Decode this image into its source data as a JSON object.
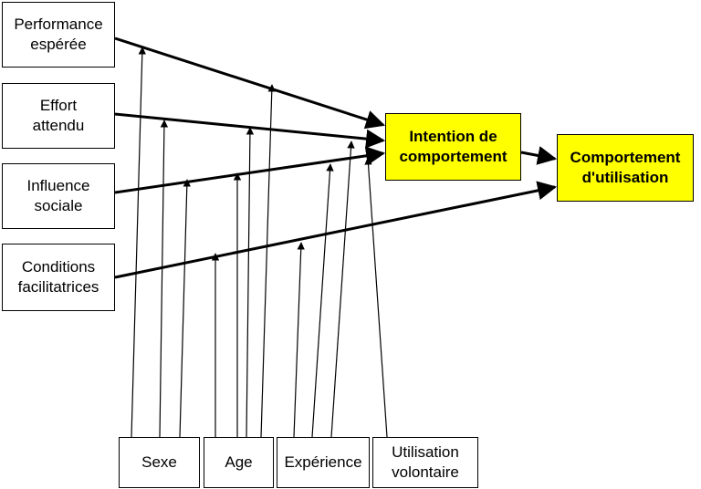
{
  "diagram": {
    "predictors": [
      {
        "id": "performance",
        "label": "Performance\nespérée"
      },
      {
        "id": "effort",
        "label": "Effort\nattendu"
      },
      {
        "id": "influence",
        "label": "Influence\nsociale"
      },
      {
        "id": "conditions",
        "label": "Conditions\nfacilitatrices"
      }
    ],
    "intention": {
      "label": "Intention de\ncomportement",
      "fill": "#ffff00"
    },
    "behavior": {
      "label": "Comportement\nd'utilisation",
      "fill": "#ffff00"
    },
    "moderators": [
      {
        "id": "sexe",
        "label": "Sexe"
      },
      {
        "id": "age",
        "label": "Age"
      },
      {
        "id": "experience",
        "label": "Expérience"
      },
      {
        "id": "volontaire",
        "label": "Utilisation\nvolontaire"
      }
    ],
    "line_color": "#000000"
  }
}
